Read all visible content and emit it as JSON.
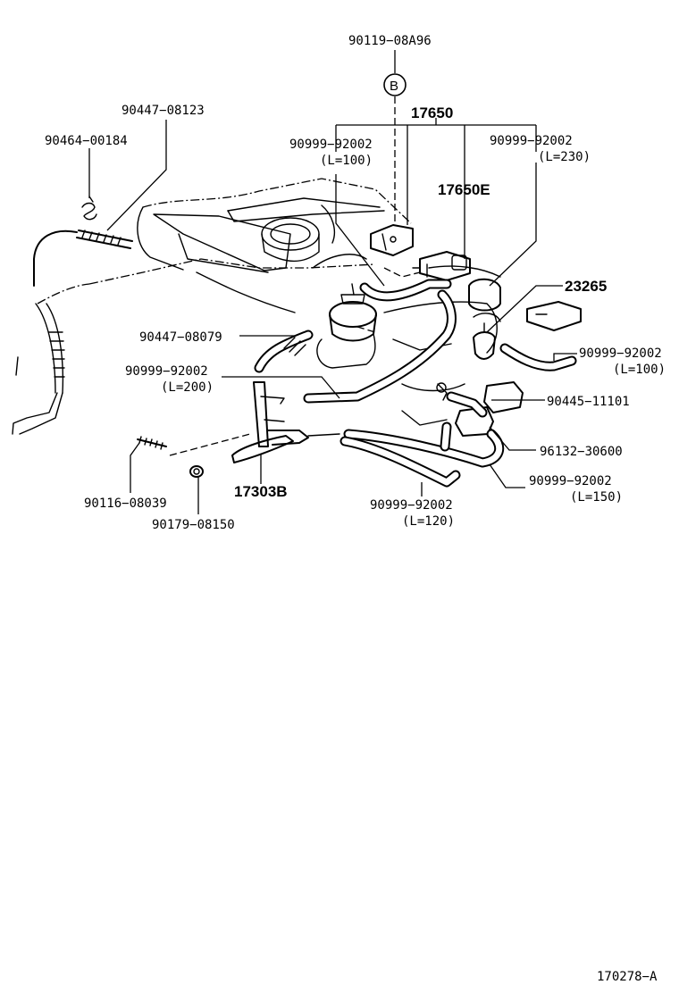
{
  "labels": {
    "p90119_08a96": "90119−08A96",
    "callout_b": "B",
    "p17650": "17650",
    "p90447_08123": "90447−08123",
    "p90464_00184": "90464−00184",
    "p90999_92002_l100_a": "90999−92002",
    "p90999_92002_l100_a_len": "(L=100)",
    "p90999_92002_l230": "90999−92002",
    "p90999_92002_l230_len": "(L=230)",
    "p17650e": "17650E",
    "p23265": "23265",
    "p90447_08079": "90447−08079",
    "p90999_92002_l100_b": "90999−92002",
    "p90999_92002_l100_b_len": "(L=100)",
    "p90999_92002_l200": "90999−92002",
    "p90999_92002_l200_len": "(L=200)",
    "p90445_11101": "90445−11101",
    "p96132_30600": "96132−30600",
    "p90999_92002_l150": "90999−92002",
    "p90999_92002_l150_len": "(L=150)",
    "p17303b": "17303B",
    "p90116_08039": "90116−08039",
    "p90179_08150": "90179−08150",
    "p90999_92002_l120": "90999−92002",
    "p90999_92002_l120_len": "(L=120)",
    "figure_id": "170278−A"
  }
}
